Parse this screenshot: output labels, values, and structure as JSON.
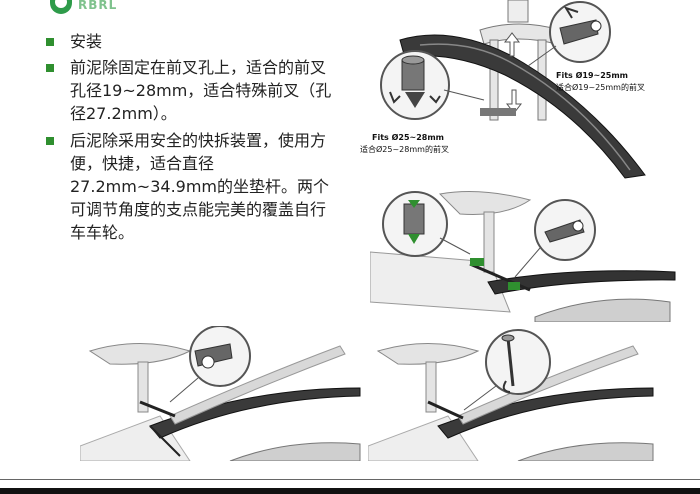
{
  "logo": {
    "text": "RBRL"
  },
  "bullets": [
    {
      "text": "安装"
    },
    {
      "text": "前泥除固定在前叉孔上，适合的前叉孔径19~28mm，适合特殊前叉（孔径27.2mm）。"
    },
    {
      "text": "后泥除采用安全的快拆装置，使用方便，快捷，适合直径27.2mm~34.9mm的坐垫杆。两个可调节角度的支点能完美的覆盖自行车车轮。"
    }
  ],
  "figure_front": {
    "callout_right_bold": "Fits Ø19~25mm",
    "callout_right": "适合Ø19~25mm的前叉",
    "callout_left_bold": "Fits Ø25~28mm",
    "callout_left": "适合Ø25~28mm的前叉"
  },
  "colors": {
    "bullet": "#2f8f2f",
    "fender": "#3a3a3a",
    "line": "#555555"
  }
}
